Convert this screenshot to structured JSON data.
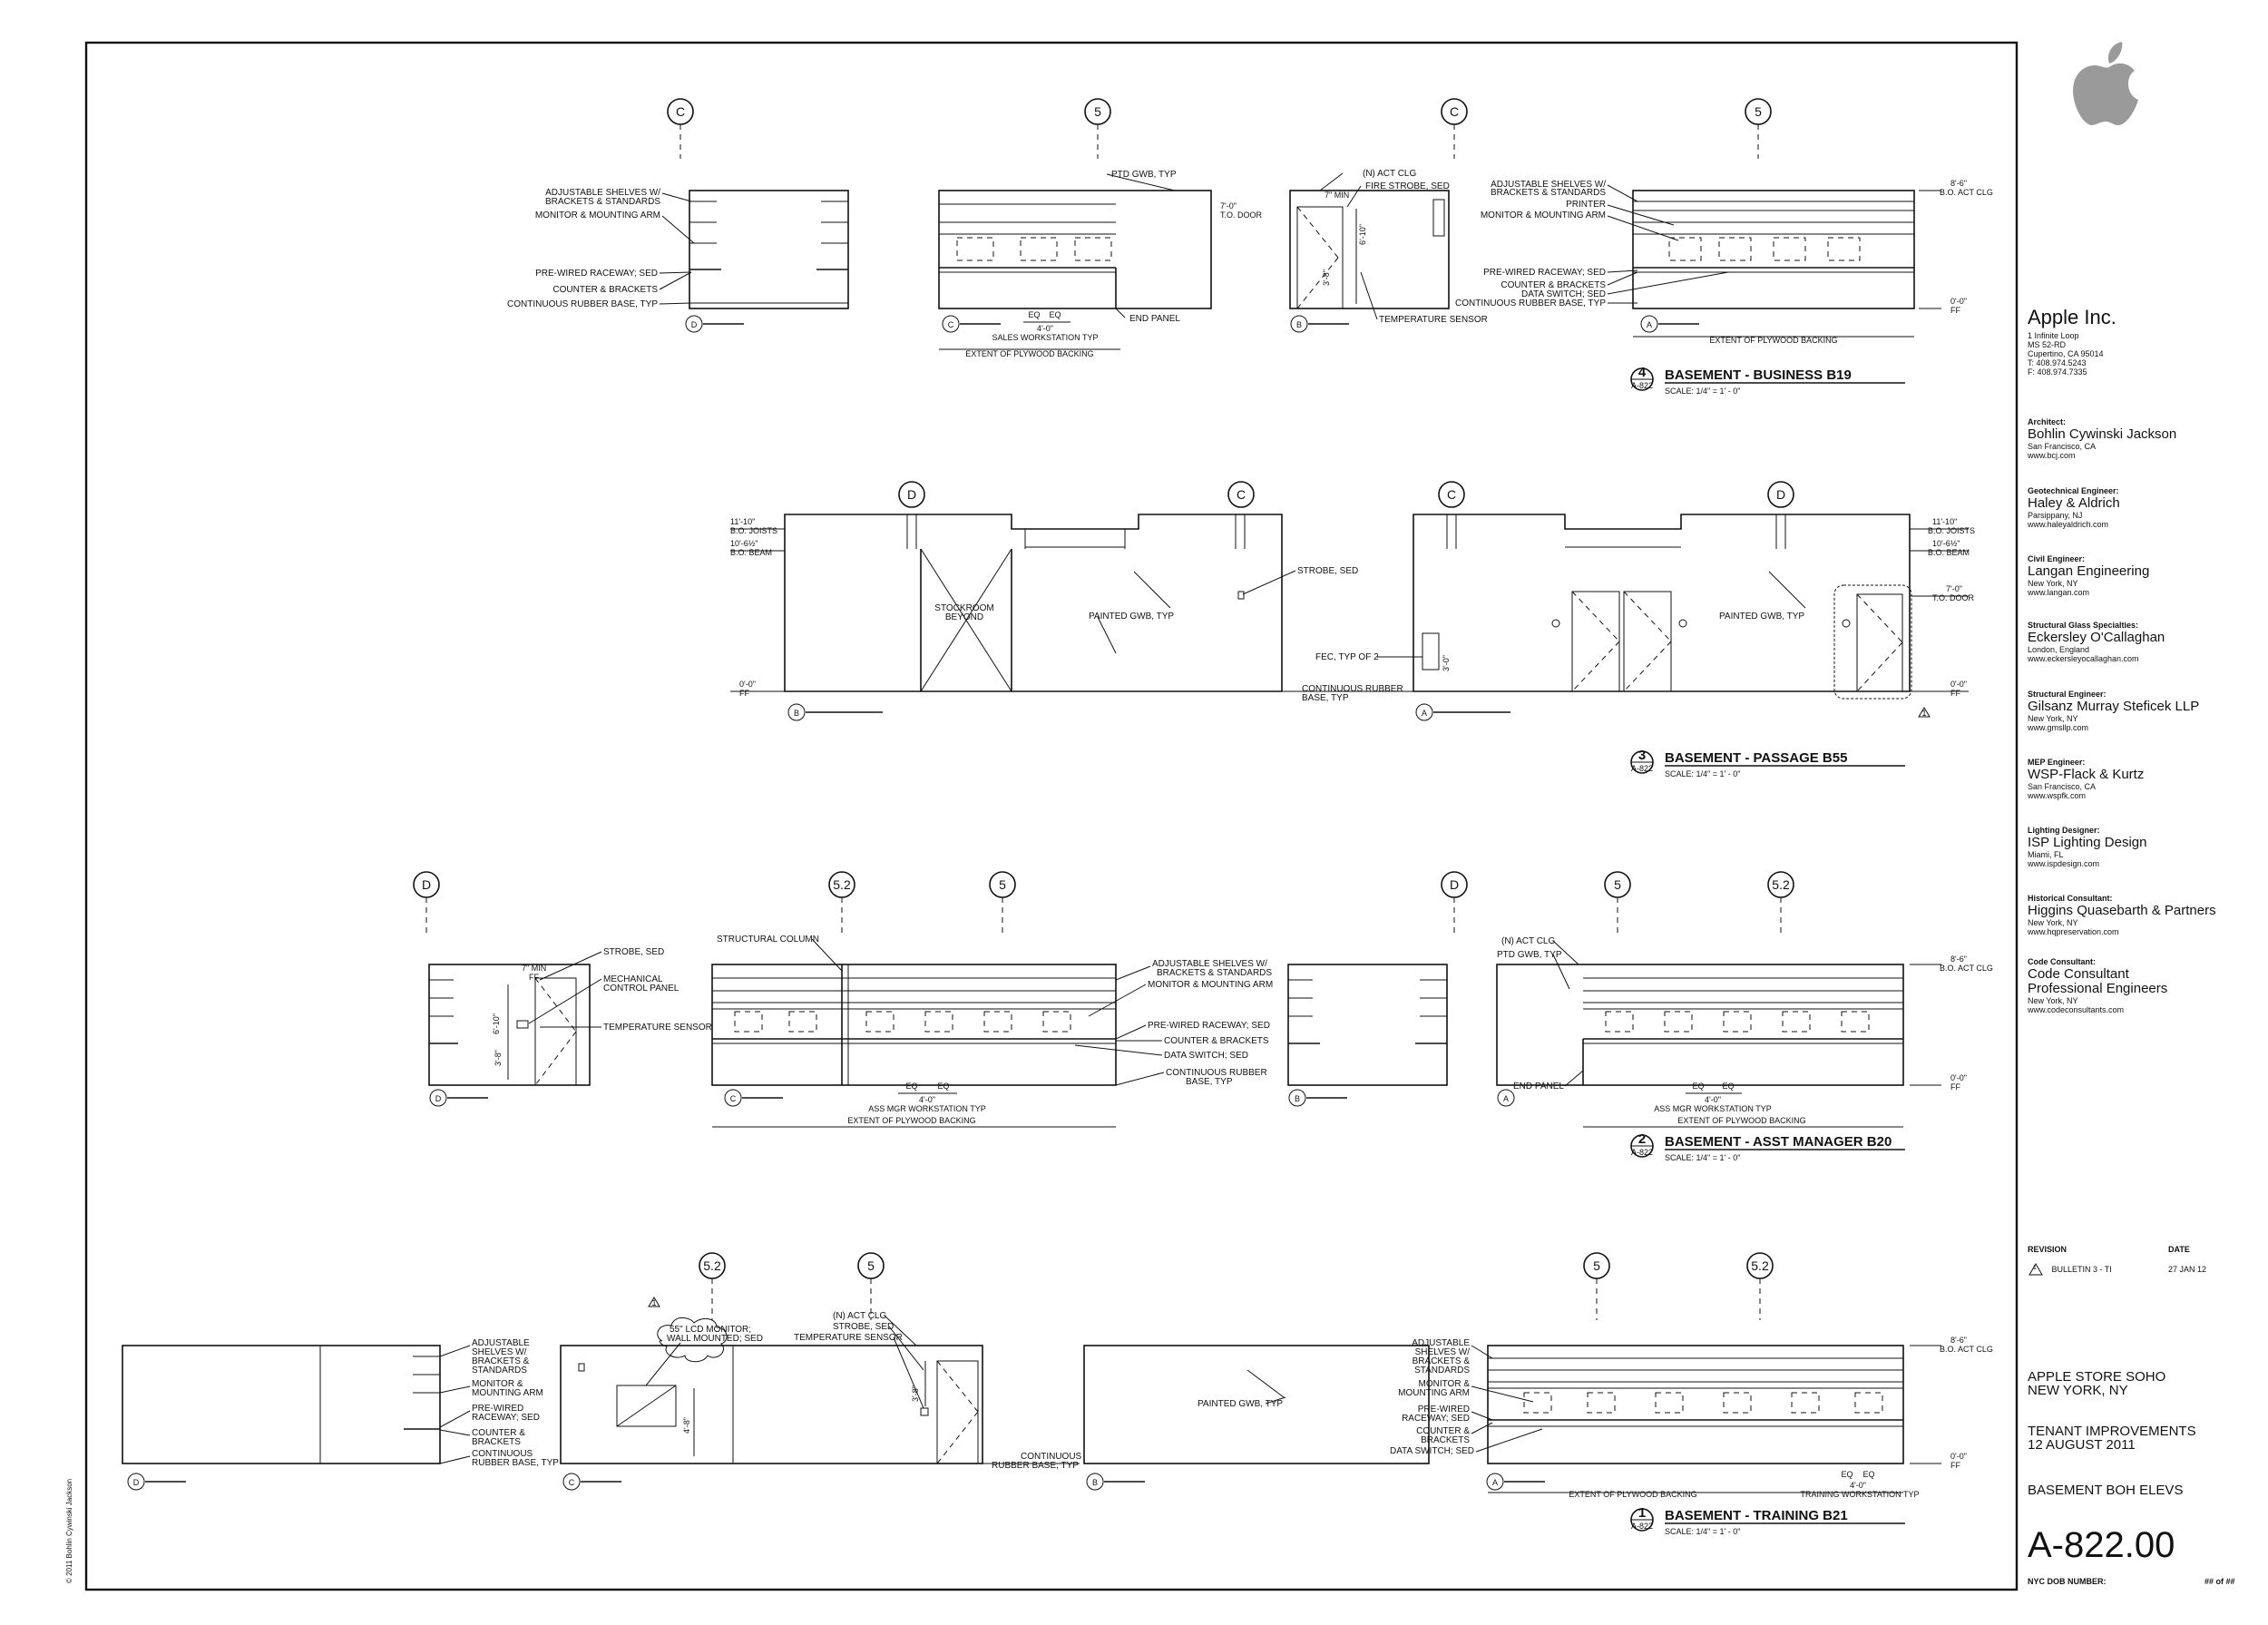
{
  "elevations": {
    "e4": {
      "title": "BASEMENT - BUSINESS B19",
      "num": "4",
      "sheet": "A-822",
      "scale": "SCALE:  1/4\" = 1' - 0\"",
      "grid": [
        "C",
        "5",
        "C",
        "5"
      ],
      "labels": {
        "adj_shelves": "ADJUSTABLE SHELVES W/",
        "brackets": "BRACKETS & STANDARDS",
        "monitor": "MONITOR & MOUNTING ARM",
        "raceway": "PRE-WIRED RACEWAY; SED",
        "counter": "COUNTER & BRACKETS",
        "rubber": "CONTINUOUS RUBBER BASE, TYP",
        "ptd": "PTD GWB, TYP",
        "end_panel": "END PANEL",
        "sales": "SALES WORKSTATION TYP",
        "eq1": "EQ",
        "eq2": "EQ",
        "four": "4'-0\"",
        "plywood": "EXTENT OF PLYWOOD BACKING",
        "act": "(N) ACT CLG",
        "strobe": "FIRE STROBE, SED",
        "temp": "TEMPERATURE SENSOR",
        "sevenmin": "7\" MIN",
        "six10": "6'-10\"",
        "three8": "3'-8\"",
        "door": "7'-0\"",
        "tdoor": "T.O. DOOR",
        "printer": "PRINTER",
        "data": "DATA SWITCH; SED",
        "ptr_adj": "ADJUSTABLE SHELVES W/",
        "ptr_br": "BRACKETS & STANDARDS",
        "ptr_mon": "MONITOR & MOUNTING ARM",
        "ptr_race": "PRE-WIRED RACEWAY; SED",
        "ptr_cnt": "COUNTER & BRACKETS",
        "ptr_rub": "CONTINUOUS RUBBER BASE, TYP",
        "act_h": "8'-6\"",
        "act_l": "B.O. ACT CLG",
        "ff_h": "0'-0\"",
        "ff_l": "FF",
        "plywood2": "EXTENT OF PLYWOOD BACKING",
        "bub_d": "D",
        "bub_c": "C",
        "bub_b": "B",
        "bub_a": "A"
      }
    },
    "e3": {
      "title": "BASEMENT - PASSAGE B55",
      "num": "3",
      "sheet": "A-822",
      "scale": "SCALE:  1/4\" = 1' - 0\"",
      "grid": [
        "D",
        "C",
        "C",
        "D"
      ],
      "labels": {
        "joists_h": "11'-10\"",
        "joists_l": "B.O. JOISTS",
        "beam_h": "10'-6½\"",
        "beam_l": "B.O. BEAM",
        "ff_h": "0'-0\"",
        "ff_l": "FF",
        "stock1": "STOCKROOM",
        "stock2": "BEYOND",
        "painted": "PAINTED GWB, TYP",
        "strobe": "STROBE, SED",
        "rubber1": "CONTINUOUS RUBBER",
        "rubber2": "BASE, TYP",
        "fec": "FEC, TYP OF 2",
        "three0": "3'-0\"",
        "painted2": "PAINTED GWB, TYP",
        "joists_h2": "11'-10\"",
        "joists_l2": "B.O. JOISTS",
        "beam_h2": "10'-6½\"",
        "beam_l2": "B.O. BEAM",
        "door_h": "7'-0\"",
        "door_l": "T.O. DOOR",
        "ff_h2": "0'-0\"",
        "ff_l2": "FF",
        "bub_b": "B",
        "bub_a": "A",
        "rev": "1"
      }
    },
    "e2": {
      "title": "BASEMENT - ASST MANAGER B20",
      "num": "2",
      "sheet": "A-822",
      "scale": "SCALE:  1/4\" = 1' - 0\"",
      "grid": [
        "D",
        "5.2",
        "5",
        "D",
        "5",
        "5.2"
      ],
      "labels": {
        "strobe": "STROBE, SED",
        "mech1": "MECHANICAL",
        "mech2": "CONTROL PANEL",
        "temp": "TEMPERATURE SENSOR",
        "sevenmin": "7\" MIN",
        "ff": "FF",
        "six10": "6'-10\"",
        "three8": "3'-8\"",
        "struct": "STRUCTURAL COLUMN",
        "adj1": "ADJUSTABLE SHELVES W/",
        "adj2": "BRACKETS & STANDARDS",
        "monitor": "MONITOR & MOUNTING ARM",
        "raceway": "PRE-WIRED RACEWAY; SED",
        "counter": "COUNTER & BRACKETS",
        "data": "DATA SWITCH; SED",
        "rubber1": "CONTINUOUS RUBBER",
        "rubber2": "BASE, TYP",
        "eq1": "EQ",
        "eq2": "EQ",
        "four": "4'-0\"",
        "ass": "ASS MGR WORKSTATION TYP",
        "plywood": "EXTENT OF PLYWOOD BACKING",
        "act": "(N) ACT CLG",
        "ptd": "PTD GWB, TYP",
        "end_panel": "END PANEL",
        "eq3": "EQ",
        "eq4": "EQ",
        "four2": "4'-0\"",
        "ass2": "ASS MGR WORKSTATION TYP",
        "plywood2": "EXTENT OF PLYWOOD BACKING",
        "act_h": "8'-6\"",
        "act_l": "B.O. ACT CLG",
        "ff_h": "0'-0\"",
        "ff_l": "FF",
        "bub_d": "D",
        "bub_c": "C",
        "bub_b": "B",
        "bub_a": "A"
      }
    },
    "e1": {
      "title": "BASEMENT - TRAINING B21",
      "num": "1",
      "sheet": "A-822",
      "scale": "SCALE:  1/4\" = 1' - 0\"",
      "grid": [
        "5.2",
        "5",
        "5",
        "5.2"
      ],
      "labels": {
        "adj1": "ADJUSTABLE",
        "adj2": "SHELVES W/",
        "adj3": "BRACKETS &",
        "adj4": "STANDARDS",
        "mon1": "MONITOR &",
        "mon2": "MOUNTING ARM",
        "race1": "PRE-WIRED",
        "race2": "RACEWAY; SED",
        "cnt1": "COUNTER &",
        "cnt2": "BRACKETS",
        "rub1": "CONTINUOUS",
        "rub2": "RUBBER BASE, TYP",
        "lcd1": "55\" LCD MONITOR;",
        "lcd2": "WALL MOUNTED; SED",
        "four8": "4'-8\"",
        "act": "(N) ACT CLG",
        "strobe": "STROBE, SED",
        "temp": "TEMPERATURE SENSOR",
        "three8": "3'-8\"",
        "crub1": "CONTINUOUS",
        "crub2": "RUBBER BASE, TYP",
        "painted": "PAINTED GWB, TYP",
        "radj1": "ADJUSTABLE",
        "radj2": "SHELVES W/",
        "radj3": "BRACKETS &",
        "radj4": "STANDARDS",
        "rmon1": "MONITOR &",
        "rmon2": "MOUNTING ARM",
        "rrace1": "PRE-WIRED",
        "rrace2": "RACEWAY; SED",
        "rcnt1": "COUNTER &",
        "rcnt2": "BRACKETS",
        "rdata": "DATA SWITCH; SED",
        "plywood": "EXTENT OF PLYWOOD BACKING",
        "eq1": "EQ",
        "eq2": "EQ",
        "four": "4'-0\"",
        "training": "TRAINING WORKSTATION TYP",
        "act_h": "8'-6\"",
        "act_l": "B.O. ACT CLG",
        "ff_h": "0'-0\"",
        "ff_l": "FF",
        "bub_d": "D",
        "bub_c": "C",
        "bub_b": "B",
        "bub_a": "A",
        "rev": "1"
      }
    }
  },
  "titleblock": {
    "logo_icon": "apple-logo-icon",
    "client": {
      "name": "Apple Inc.",
      "addr1": "1 Infinite Loop",
      "addr2": "MS 52-RD",
      "addr3": "Cupertino, CA 95014",
      "tel": "T: 408.974.5243",
      "fax": "F: 408.974.7335"
    },
    "consultants": [
      {
        "role": "Architect:",
        "name": "Bohlin Cywinski Jackson",
        "line1": "San Francisco, CA",
        "line2": "www.bcj.com"
      },
      {
        "role": "Geotechnical Engineer:",
        "name": "Haley & Aldrich",
        "line1": "Parsippany, NJ",
        "line2": "www.haleyaldrich.com"
      },
      {
        "role": "Civil Engineer:",
        "name": "Langan Engineering",
        "line1": "New York, NY",
        "line2": "www.langan.com"
      },
      {
        "role": "Structural Glass Specialties:",
        "name": "Eckersley O'Callaghan",
        "line1": "London, England",
        "line2": "www.eckersleyocallaghan.com"
      },
      {
        "role": "Structural Engineer:",
        "name": "Gilsanz Murray Steficek LLP",
        "line1": "New York, NY",
        "line2": "www.gmsllp.com"
      },
      {
        "role": "MEP Engineer:",
        "name": "WSP-Flack & Kurtz",
        "line1": "San Francisco, CA",
        "line2": "www.wspfk.com"
      },
      {
        "role": "Lighting Designer:",
        "name": "ISP Lighting Design",
        "line1": "Miami, FL",
        "line2": "www.ispdesign.com"
      },
      {
        "role": "Historical Consultant:",
        "name": "Higgins Quasebarth & Partners",
        "line1": "New York, NY",
        "line2": "www.hqpreservation.com"
      }
    ],
    "code": {
      "role": "Code Consultant:",
      "name1": "Code Consultant",
      "name2": "Professional Engineers",
      "line1": "New York, NY",
      "line2": "www.codeconsultants.com"
    },
    "revision_label": "REVISION",
    "date_label": "DATE",
    "revision_num": "1",
    "revision_text": "BULLETIN 3 - TI",
    "revision_date": "27 JAN 12",
    "project1": "APPLE STORE SOHO",
    "project2": "NEW YORK, NY",
    "phase1": "TENANT IMPROVEMENTS",
    "phase2": "12 AUGUST 2011",
    "sheet_title": "BASEMENT BOH ELEVS",
    "sheet_number": "A-822.00",
    "dob_label": "NYC DOB NUMBER:",
    "dob_value": "## of ##"
  },
  "copyright": "© 2011 Bohlin Cywinski Jackson"
}
